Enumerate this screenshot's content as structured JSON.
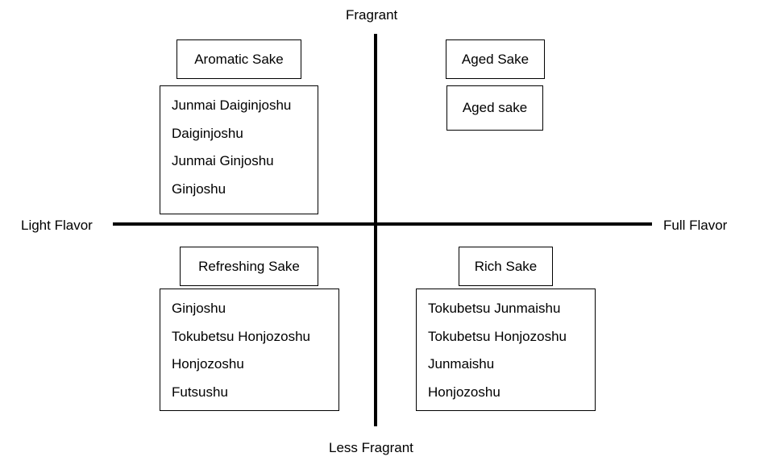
{
  "axes": {
    "top": "Fragrant",
    "bottom": "Less Fragrant",
    "left": "Light Flavor",
    "right": "Full Flavor"
  },
  "quadrants": {
    "top_left": {
      "title": "Aromatic Sake",
      "items": [
        "Junmai Daiginjoshu",
        "Daiginjoshu",
        "Junmai Ginjoshu",
        "Ginjoshu"
      ]
    },
    "top_right": {
      "title": "Aged Sake",
      "items": [
        "Aged sake"
      ]
    },
    "bottom_left": {
      "title": "Refreshing Sake",
      "items": [
        "Ginjoshu",
        "Tokubetsu Honjozoshu",
        "Honjozoshu",
        "Futsushu"
      ]
    },
    "bottom_right": {
      "title": "Rich Sake",
      "items": [
        "Tokubetsu Junmaishu",
        "Tokubetsu Honjozoshu",
        "Junmaishu",
        "Honjozoshu"
      ]
    }
  }
}
